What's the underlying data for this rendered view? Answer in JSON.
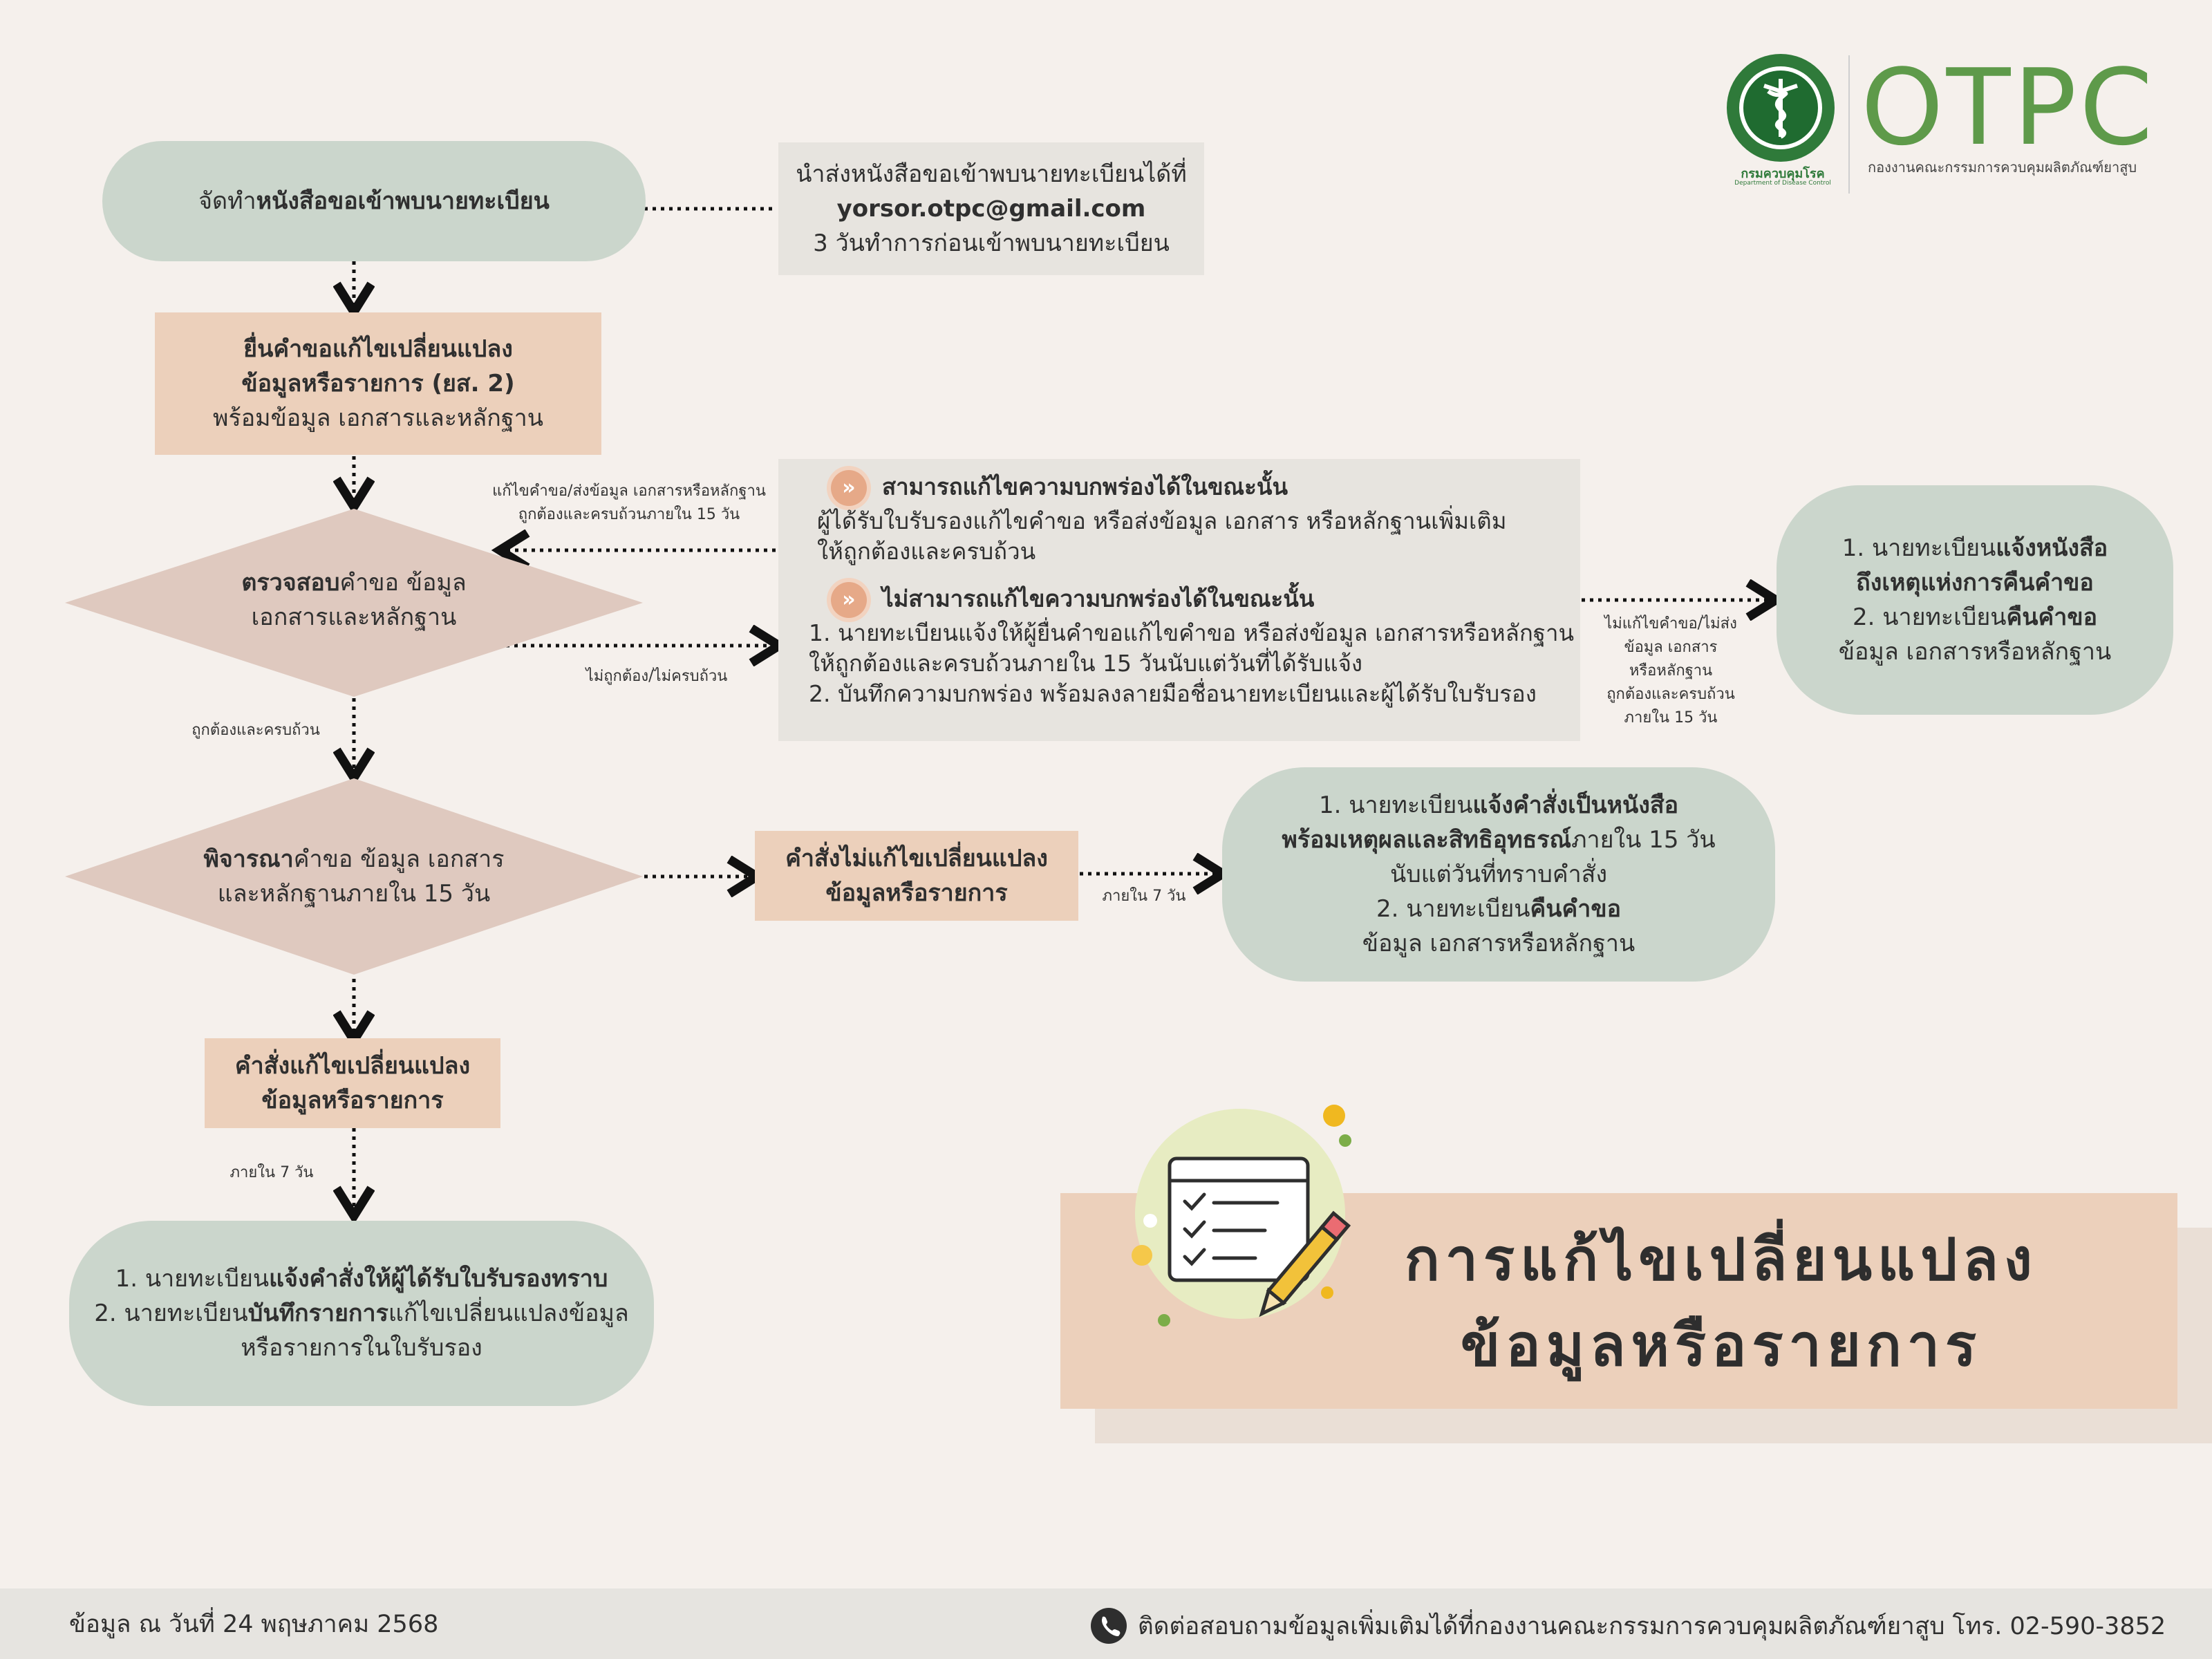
{
  "logo": {
    "seal_text": "กรมควบคุมโรค",
    "seal_subtext": "Department of Disease Control",
    "brand": "OTPC",
    "brand_subtitle": "กองงานคณะกรรมการควบคุมผลิตภัณฑ์ยาสูบ"
  },
  "nodes": {
    "n1": {
      "pre": "จัดทำ",
      "bold": "หนังสือขอเข้าพบนายทะเบียน"
    },
    "note1": {
      "l1": "นำส่งหนังสือขอเข้าพบนายทะเบียนได้ที่",
      "l2": "yorsor.otpc@gmail.com",
      "l3": "3 วันทำการก่อนเข้าพบนายทะเบียน"
    },
    "n2": {
      "l1": "ยื่นคำขอแก้ไขเปลี่ยนแปลง",
      "l2": "ข้อมูลหรือรายการ (ยส. 2)",
      "l3": "พร้อมข้อมูล เอกสารและหลักฐาน"
    },
    "d1": {
      "bold": "ตรวจสอบ",
      "l1_rest": "คำขอ ข้อมูล",
      "l2": "เอกสารและหลักฐาน"
    },
    "box_mid": {
      "h1": "สามารถแก้ไขความบกพร่องได้ในขณะนั้น",
      "p1_l1": "ผู้ได้รับใบรับรองแก้ไขคำขอ หรือส่งข้อมูล เอกสาร หรือหลักฐานเพิ่มเติม",
      "p1_l2": "ให้ถูกต้องและครบถ้วน",
      "h2": "ไม่สามารถแก้ไขความบกพร่องได้ในขณะนั้น",
      "p2_l1": "1. นายทะเบียนแจ้งให้ผู้ยื่นคำขอแก้ไขคำขอ หรือส่งข้อมูล เอกสารหรือหลักฐาน",
      "p2_l2": "ให้ถูกต้องและครบถ้วนภายใน 15 วันนับแต่วันที่ได้รับแจ้ง",
      "p2_l3": "2. บันทึกความบกพร่อง พร้อมลงลายมือชื่อนายทะเบียนและผู้ได้รับใบรับรอง",
      "badge": "»"
    },
    "right1": {
      "l1_pre": "1. นายทะเบียน",
      "l1_bold": "แจ้งหนังสือ",
      "l2": "ถึงเหตุแห่งการคืนคำขอ",
      "l3_pre": "2. นายทะเบียน",
      "l3_bold": "คืนคำขอ",
      "l4": "ข้อมูล เอกสารหรือหลักฐาน"
    },
    "d2": {
      "bold": "พิจารณา",
      "l1_rest": "คำขอ ข้อมูล เอกสาร",
      "l2": "และหลักฐานภายใน 15 วัน"
    },
    "reject": {
      "l1": "คำสั่งไม่แก้ไขเปลี่ยนแปลง",
      "l2": "ข้อมูลหรือรายการ"
    },
    "right2": {
      "l1_pre": "1. นายทะเบียน",
      "l1_bold": "แจ้งคำสั่งเป็นหนังสือ",
      "l2_bold": "พร้อมเหตุผลและสิทธิอุทธรณ์",
      "l2_rest": "ภายใน 15 วัน",
      "l3": "นับแต่วันที่ทราบคำสั่ง",
      "l4_pre": "2. นายทะเบียน",
      "l4_bold": "คืนคำขอ",
      "l5": "ข้อมูล เอกสารหรือหลักฐาน"
    },
    "approve": {
      "l1": "คำสั่งแก้ไขเปลี่ยนแปลง",
      "l2": "ข้อมูลหรือรายการ"
    },
    "final": {
      "l1_pre": "1. นายทะเบียน",
      "l1_bold": "แจ้งคำสั่งให้ผู้ได้รับใบรับรองทราบ",
      "l2_pre": "2. นายทะเบียน",
      "l2_bold": "บันทึกรายการ",
      "l2_rest": "แก้ไขเปลี่ยนแปลงข้อมูล",
      "l3": "หรือรายการในใบรับรอง"
    }
  },
  "edge_labels": {
    "back_l1": "แก้ไขคำขอ/ส่งข้อมูล เอกสารหรือหลักฐาน",
    "back_l2": "ถูกต้องและครบถ้วนภายใน 15 วัน",
    "not_ok": "ไม่ถูกต้อง/ไม่ครบถ้วน",
    "ok": "ถูกต้องและครบถ้วน",
    "right_l1": "ไม่แก้ไขคำขอ/ไม่ส่ง",
    "right_l2": "ข้อมูล เอกสาร",
    "right_l3": "หรือหลักฐาน",
    "right_l4": "ถูกต้องและครบถ้วน",
    "right_l5": "ภายใน 15 วัน",
    "within7_a": "ภายใน 7 วัน",
    "within7_b": "ภายใน 7 วัน"
  },
  "title": {
    "l1": "การแก้ไขเปลี่ยนแปลง",
    "l2": "ข้อมูลหรือรายการ"
  },
  "footer": {
    "date": "ข้อมูล ณ วันที่ 24 พฤษภาคม 2568",
    "contact": "ติดต่อสอบถามข้อมูลเพิ่มเติมได้ที่กองงานคณะกรรมการควบคุมผลิตภัณฑ์ยาสูบ โทร. 02-590-3852"
  },
  "colors": {
    "background": "#f5f0ec",
    "sage": "#cbd6cc",
    "peach": "#ecd0bb",
    "diamond": "#dfc9bf",
    "gray_box": "#e7e4df",
    "brand_green": "#3f7a33"
  }
}
